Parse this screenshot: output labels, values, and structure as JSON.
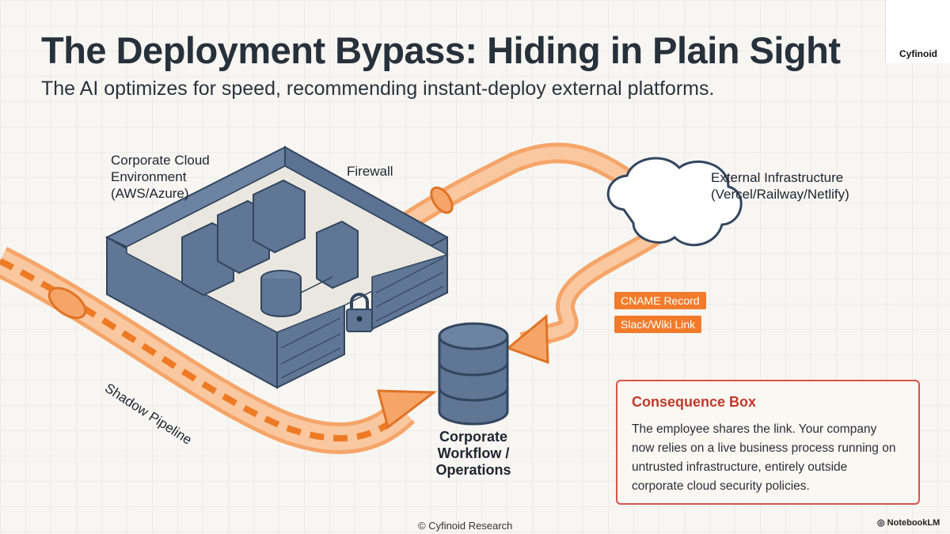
{
  "header": {
    "title": "The Deployment Bypass: Hiding in Plain Sight",
    "subtitle": "The AI optimizes for speed, recommending instant-deploy external platforms."
  },
  "diagram": {
    "corporate_cloud_label": [
      "Corporate Cloud",
      "Environment",
      "(AWS/Azure)"
    ],
    "firewall_label": "Firewall",
    "external_label": [
      "External Infrastructure",
      "(Vercel/Railway/Netlify)"
    ],
    "tags": {
      "cname": "CNAME Record",
      "slack": "Slack/Wiki Link"
    },
    "shadow_label": "Shadow Pipeline",
    "workflow_label": [
      "Corporate",
      "Workflow /",
      "Operations"
    ]
  },
  "consequence": {
    "title": "Consequence Box",
    "body": "The employee shares the link. Your company now relies on a live business process running on untrusted infrastructure, entirely outside corporate cloud security policies."
  },
  "logo": {
    "text": "Cyfinoid"
  },
  "footer": {
    "credit": "© Cyfinoid Research",
    "brand": "NotebookLM"
  },
  "colors": {
    "accent": "#f27b2b",
    "steel": "#5f7694",
    "steel_dark": "#33465f",
    "alert": "#d9534b"
  }
}
